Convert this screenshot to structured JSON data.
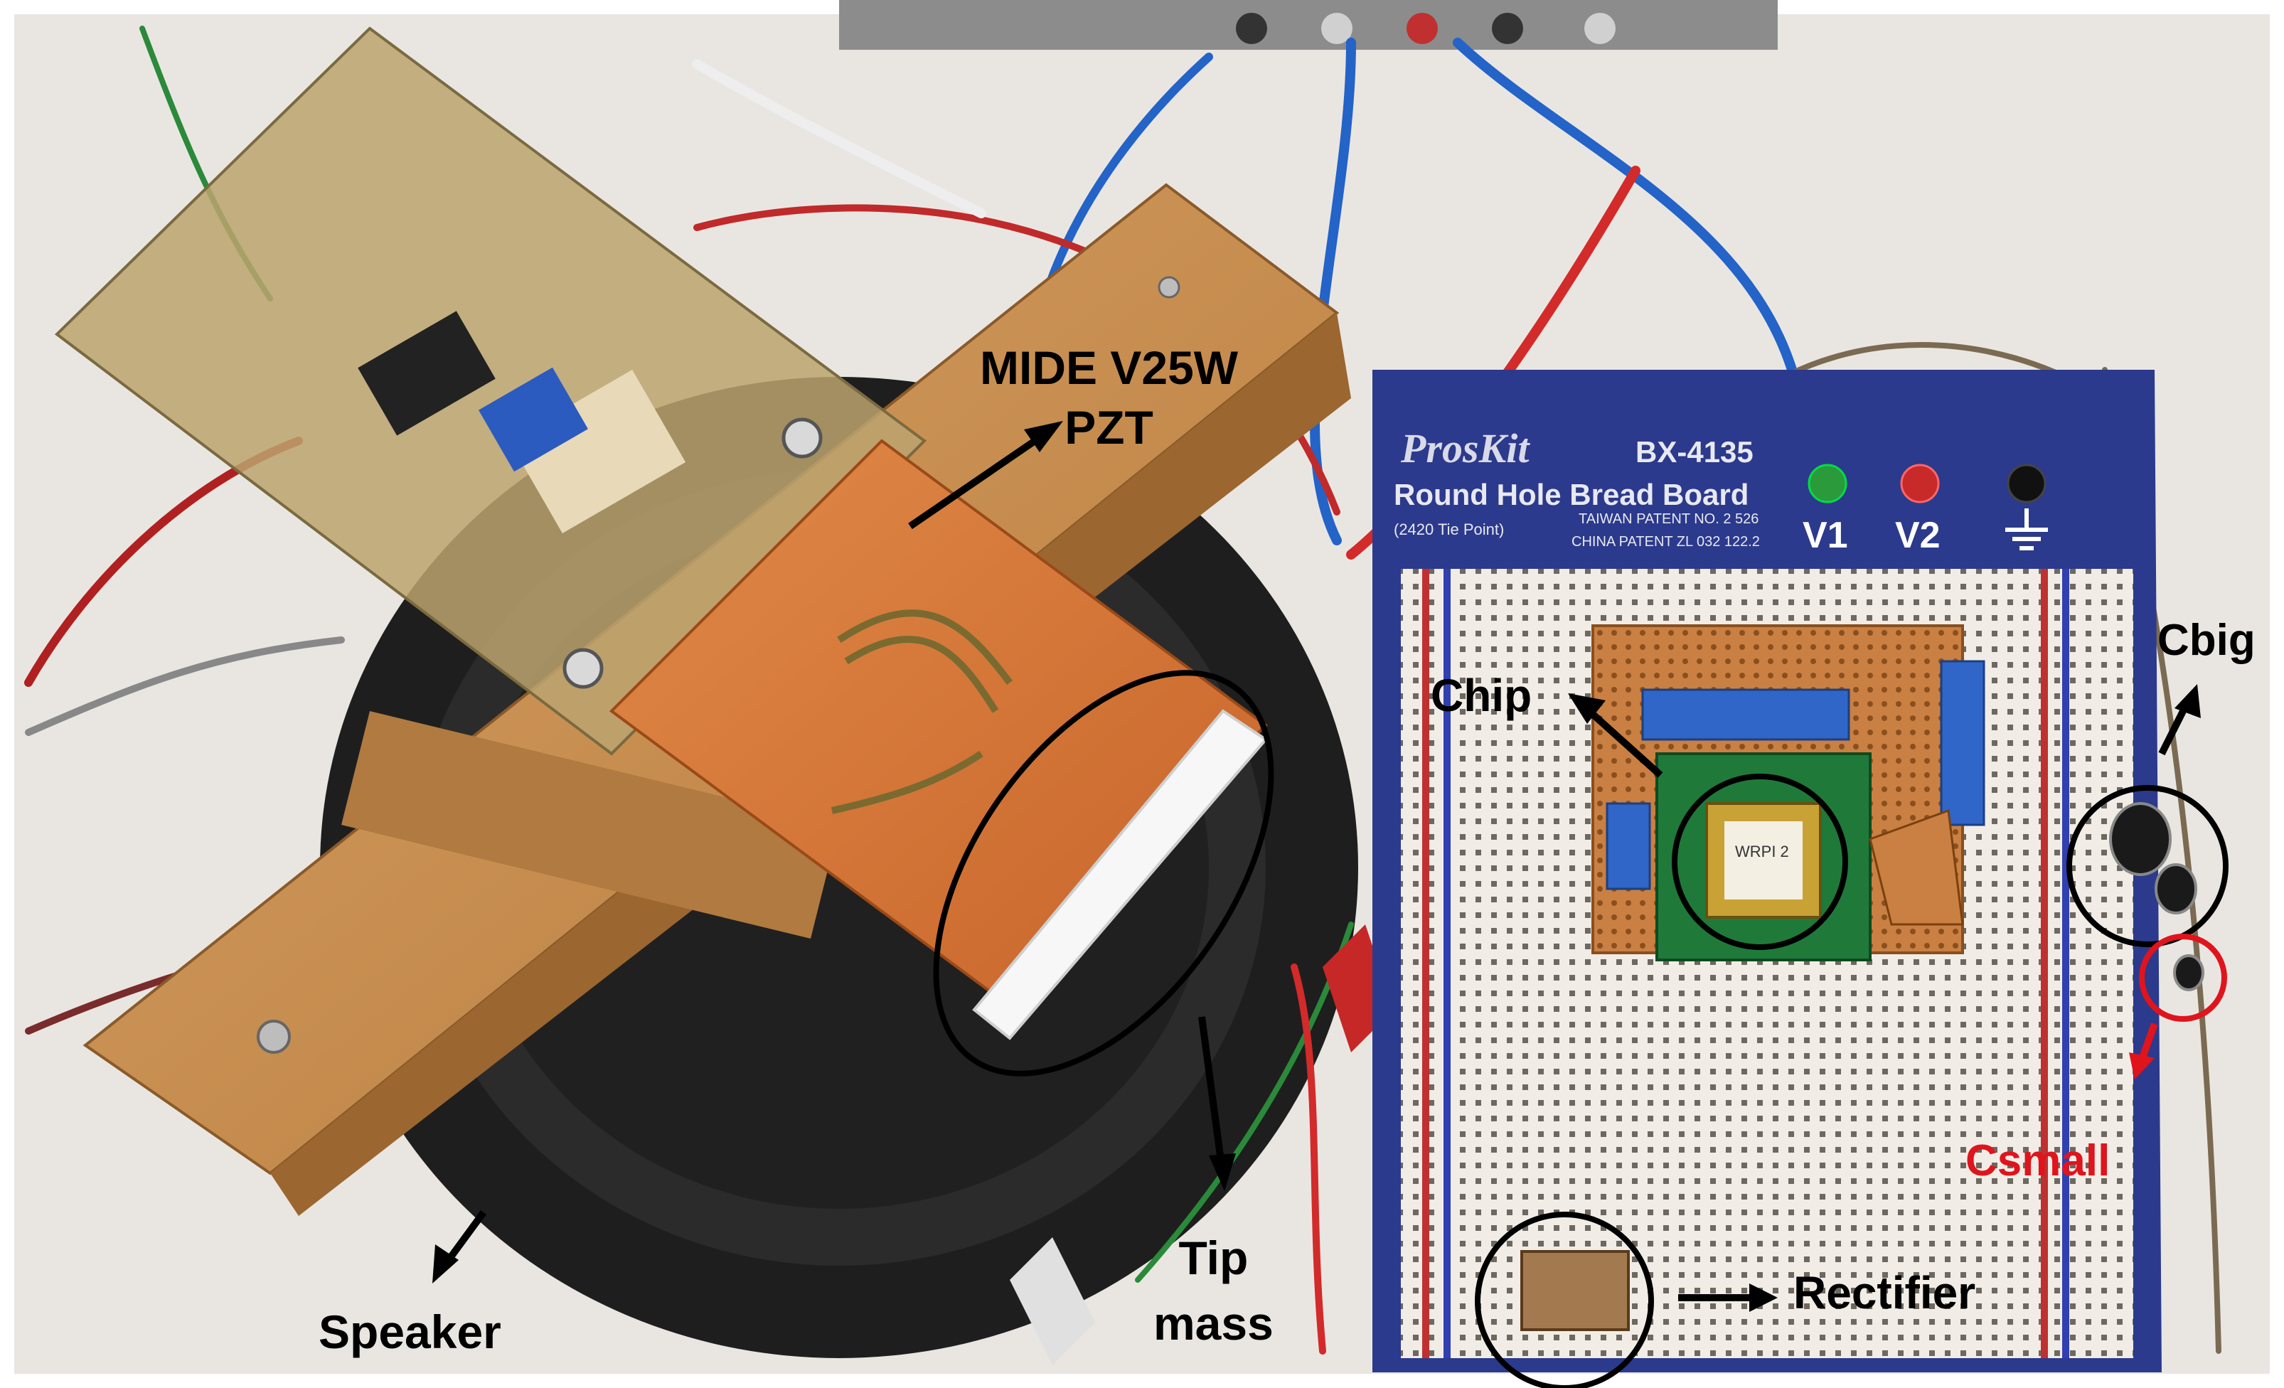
{
  "annotations": {
    "pzt": "MIDE V25W\nPZT",
    "pzt_line1": "MIDE V25W",
    "pzt_line2": "PZT",
    "speaker": "Speaker",
    "tip_line1": "Tip",
    "tip_line2": "mass",
    "chip": "Chip",
    "cbig": "Cbig",
    "csmall": "Csmall",
    "rectifier": "Rectifier"
  },
  "breadboard": {
    "brand": "ProsKit",
    "model": "BX-4135",
    "title": "Round Hole Bread Board",
    "tie_points": "(2420 Tie Point)",
    "patent_tw": "TAIWAN PATENT NO. 2 526",
    "patent_cn": "CHINA PATENT ZL 032 122.2",
    "v1": "V1",
    "v2": "V2"
  },
  "chip_marking": "WRPI\n2",
  "colors": {
    "annotation_black": "#000000",
    "annotation_red": "#e0141c",
    "board_blue": "#2b3a8c",
    "pzt_orange": "#d9773a",
    "wood": "#c98f4e",
    "speaker": "#1c1c1c",
    "pcb_green": "#1f7a3a"
  }
}
